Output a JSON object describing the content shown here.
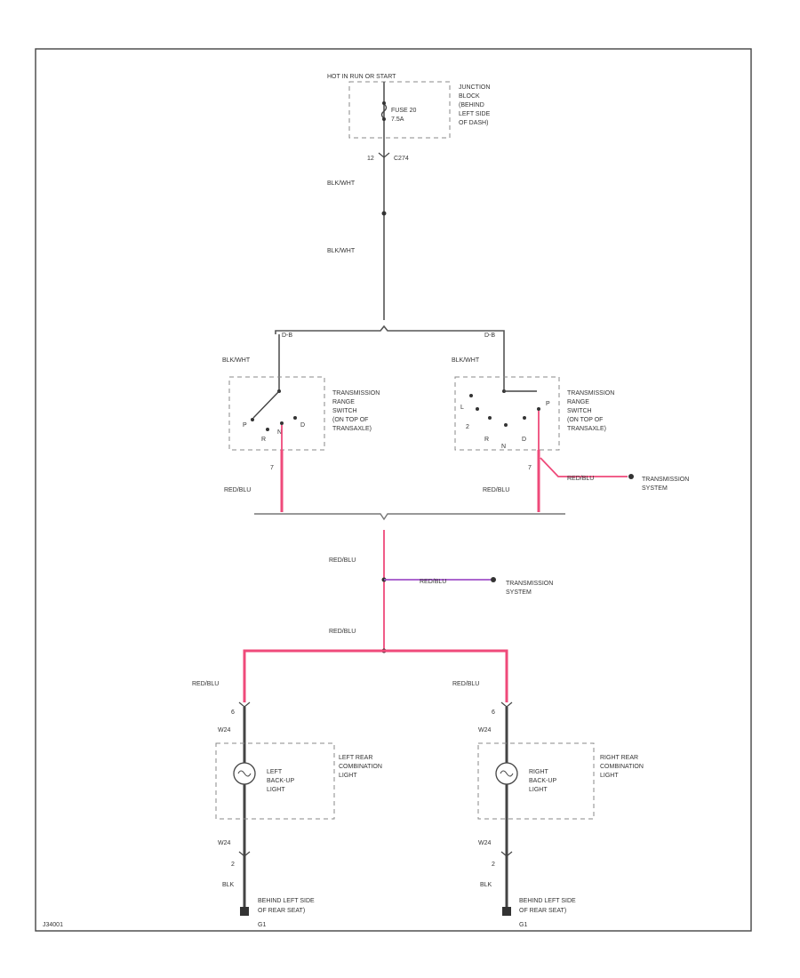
{
  "colors": {
    "red_wire": "#ef4a7a",
    "purple_wire": "#a050c8",
    "black_wire": "#555555"
  },
  "top": {
    "supply": "HOT IN RUN OR START",
    "junction": [
      "JUNCTION",
      "BLOCK",
      "(BEHIND",
      "LEFT SIDE",
      "OF DASH)"
    ],
    "fuse": [
      "FUSE 20",
      "7.5A"
    ],
    "conn_pin": "12",
    "conn_id": "C274",
    "wire1": "BLK/WHT",
    "wire2": "BLK/WHT"
  },
  "switches": {
    "split_left": "D-B",
    "split_right": "D-B",
    "left_wire": "BLK/WHT",
    "right_wire": "BLK/WHT",
    "left_label": [
      "TRANSMISSION",
      "RANGE",
      "SWITCH",
      "(ON TOP OF",
      "TRANSAXLE)"
    ],
    "right_label": [
      "TRANSMISSION",
      "RANGE",
      "SWITCH",
      "(ON TOP OF",
      "TRANSAXLE)"
    ],
    "left_pos": {
      "p": "P",
      "r": "R",
      "n": "N",
      "d": "D"
    },
    "right_pos": {
      "l": "L",
      "p": "P",
      "two": "2",
      "r": "R",
      "n": "N",
      "d": "D"
    },
    "left_pin": "7",
    "right_pin": "7",
    "left_out": "RED/BLU",
    "right_out": "RED/BLU",
    "right_branch": "RED/BLU",
    "right_branch_dest": [
      "TRANSMISSION",
      "SYSTEM"
    ]
  },
  "middle": {
    "wire1": "RED/BLU",
    "branch": "RED/BLU",
    "branch_dest": [
      "TRANSMISSION",
      "SYSTEM"
    ],
    "wire2": "RED/BLU"
  },
  "left_light": {
    "wire_in": "RED/BLU",
    "pin_top": "6",
    "conn_top": "W24",
    "lamp": [
      "LEFT",
      "BACK-UP",
      "LIGHT"
    ],
    "assembly": [
      "LEFT REAR",
      "COMBINATION",
      "LIGHT"
    ],
    "conn_bot": "W24",
    "pin_bot": "2",
    "wire_out": "BLK",
    "ground": [
      "BEHIND LEFT SIDE",
      "OF REAR SEAT)"
    ],
    "ground_id": "G1"
  },
  "right_light": {
    "wire_in": "RED/BLU",
    "pin_top": "6",
    "conn_top": "W24",
    "lamp": [
      "RIGHT",
      "BACK-UP",
      "LIGHT"
    ],
    "assembly": [
      "RIGHT REAR",
      "COMBINATION",
      "LIGHT"
    ],
    "conn_bot": "W24",
    "pin_bot": "2",
    "wire_out": "BLK",
    "ground": [
      "BEHIND LEFT SIDE",
      "OF REAR SEAT)"
    ],
    "ground_id": "G1"
  },
  "footer": {
    "code": "J34001"
  }
}
